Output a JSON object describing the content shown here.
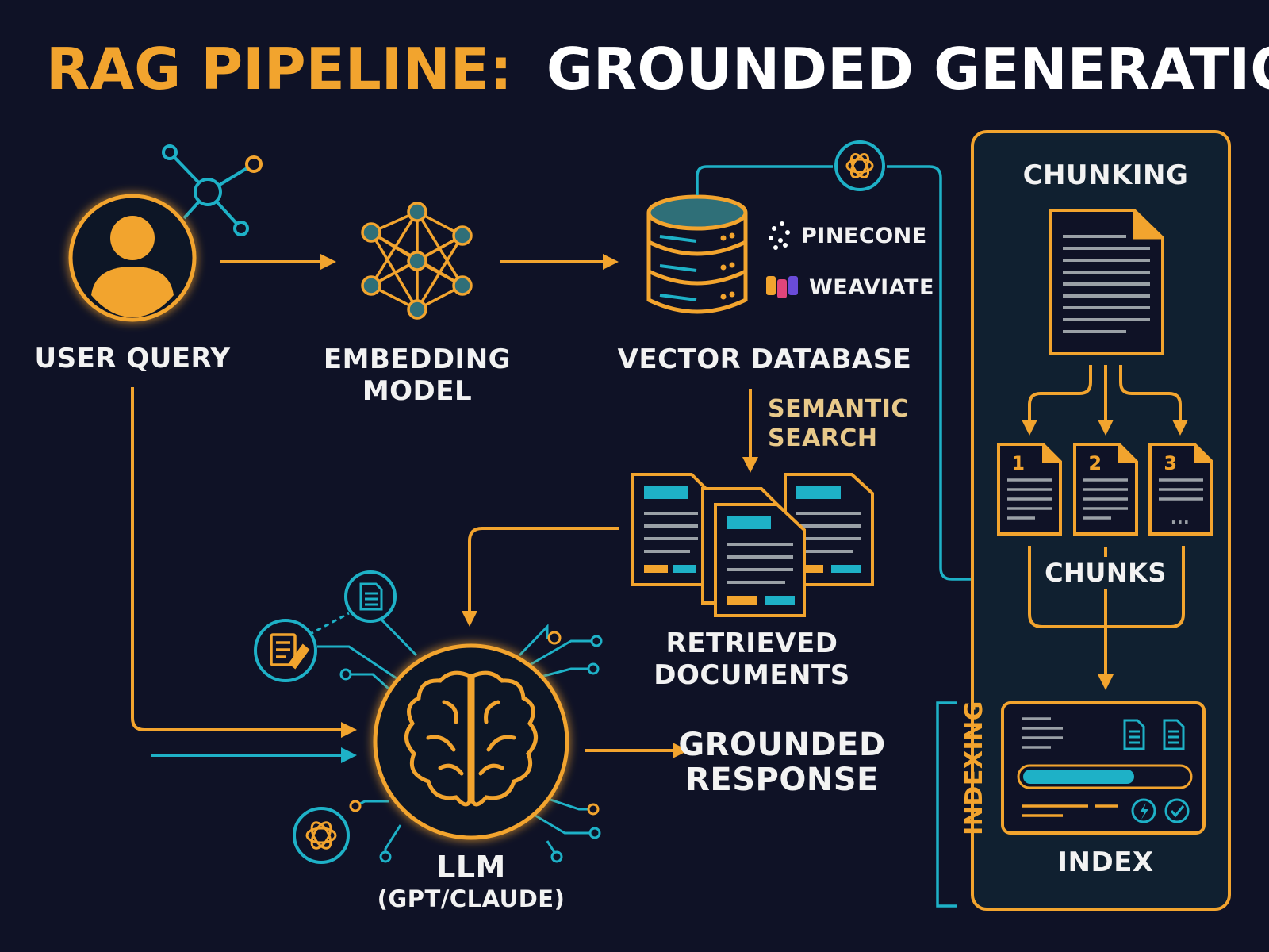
{
  "title": {
    "part1": "RAG PIPELINE:",
    "part2": "GROUNDED GENERATION PROCESS"
  },
  "nodes": {
    "user_query": "USER QUERY",
    "embedding_line1": "EMBEDDING",
    "embedding_line2": "MODEL",
    "vector_db": "VECTOR DATABASE",
    "semantic_line1": "SEMANTIC",
    "semantic_line2": "SEARCH",
    "retrieved_line1": "RETRIEVED",
    "retrieved_line2": "DOCUMENTS",
    "llm": "LLM",
    "llm_sub": "(GPT/CLAUDE)",
    "grounded_line1": "GROUNDED",
    "grounded_line2": "RESPONSE"
  },
  "vendors": [
    "PINECONE",
    "WEAVIATE"
  ],
  "panel": {
    "chunking": "CHUNKING",
    "chunk_numbers": [
      "1",
      "2",
      "3"
    ],
    "chunk_more": "...",
    "chunks": "CHUNKS",
    "indexing": "INDEXING",
    "index": "INDEX"
  },
  "colors": {
    "background": "#0f1226",
    "orange": "#f2a42e",
    "teal": "#1eb1c7",
    "text": "#f2f2f2",
    "semantic_text": "#e8c98a"
  }
}
